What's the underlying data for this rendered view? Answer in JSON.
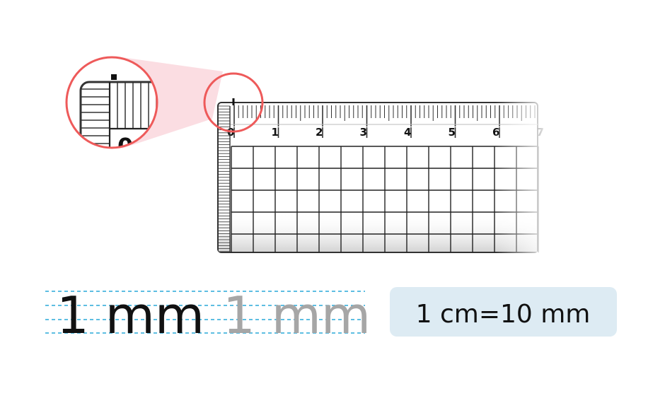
{
  "ruler": {
    "labels": [
      "0",
      "1",
      "2",
      "3",
      "4",
      "5",
      "6",
      "7"
    ],
    "zoom_label": "0"
  },
  "practice": {
    "dark_text": "1 mm",
    "trace_text": "1 mm"
  },
  "conversion": {
    "text": "1 cm=10 mm"
  },
  "colors": {
    "highlight_circle": "#ee5a5a",
    "zoom_beam": "#fbdde2",
    "guide_line": "#29a8d8",
    "trace_text": "#a6a6a6",
    "conversion_box": "#ddebf3"
  }
}
